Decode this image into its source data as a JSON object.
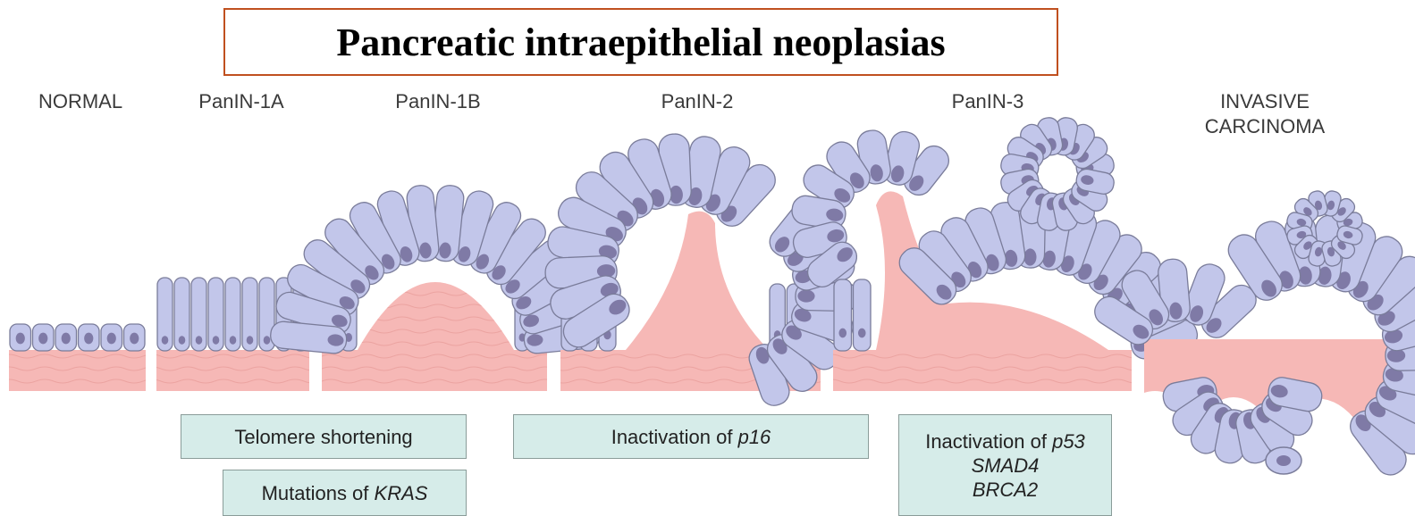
{
  "title": "Pancreatic intraepithelial neoplasias",
  "stages": {
    "normal": "NORMAL",
    "panin1a": "PanIN-1A",
    "panin1b": "PanIN-1B",
    "panin2": "PanIN-2",
    "panin3": "PanIN-3",
    "invasive": "INVASIVE\nCARCINOMA"
  },
  "events": {
    "telomere": "Telomere shortening",
    "kras_prefix": "Mutations of ",
    "kras_gene": "KRAS",
    "p16_prefix": "Inactivation of ",
    "p16_gene": "p16",
    "p53_prefix": "Inactivation of ",
    "p53_gene": "p53",
    "smad4": "SMAD4",
    "brca2": "BRCA2"
  },
  "colors": {
    "title_border": "#c0501f",
    "stroma": "#f6b8b6",
    "cell": "#c2c6ea",
    "nucleus": "#7f7aa6",
    "box_fill": "#d6ece9"
  }
}
